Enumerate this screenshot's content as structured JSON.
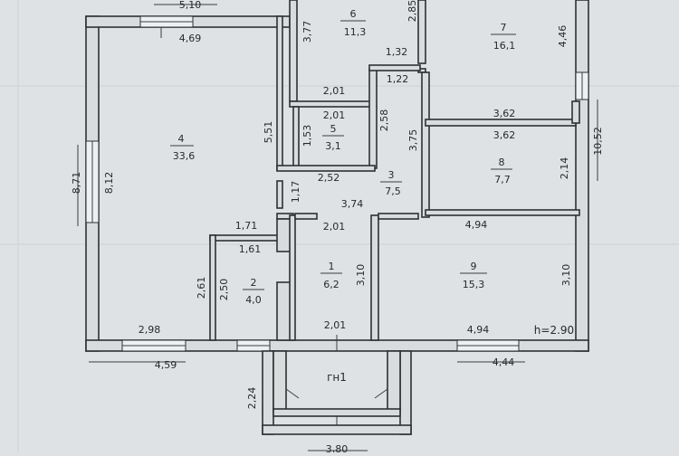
{
  "plan": {
    "top_dims": {
      "overall": "5,10",
      "left_room_width": "4,69"
    },
    "rooms": [
      {
        "id": "1",
        "area": "6,2"
      },
      {
        "id": "2",
        "area": "4,0"
      },
      {
        "id": "3",
        "area": "7,5"
      },
      {
        "id": "4",
        "area": "33,6"
      },
      {
        "id": "5",
        "area": "3,1"
      },
      {
        "id": "6",
        "area": "11,3"
      },
      {
        "id": "7",
        "area": "16,1"
      },
      {
        "id": "8",
        "area": "7,7"
      },
      {
        "id": "9",
        "area": "15,3"
      },
      {
        "id": "гн1",
        "area": ""
      }
    ],
    "dimensions": {
      "d_377": "3,77",
      "d_285": "2,85",
      "d_446": "4,46",
      "d_132": "1,32",
      "d_122": "1,22",
      "d_201a": "2,01",
      "d_201b": "2,01",
      "d_258": "2,58",
      "d_153": "1,53",
      "d_551": "5,51",
      "d_362a": "3,62",
      "d_362b": "3,62",
      "d_1052": "10,52",
      "d_375": "3,75",
      "d_871": "8,71",
      "d_812": "8,12",
      "d_252": "2,52",
      "d_214": "2,14",
      "d_117": "1,17",
      "d_374": "3,74",
      "d_171": "1,71",
      "d_201c": "2,01",
      "d_494a": "4,94",
      "d_161": "1,61",
      "d_261": "2,61",
      "d_250": "2,50",
      "d_310a": "3,10",
      "d_310b": "3,10",
      "d_298": "2,98",
      "d_201d": "2,01",
      "d_494b": "4,94",
      "d_459": "4,59",
      "d_444": "4,44",
      "d_224": "2,24",
      "d_380": "3,80"
    },
    "ceiling_height": "h=2.90"
  }
}
